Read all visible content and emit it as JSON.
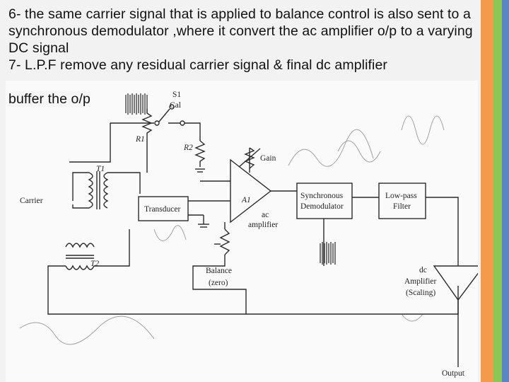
{
  "slide": {
    "paragraph_6": "6- the same carrier signal that is applied to balance control is also sent to a synchronous demodulator ,where it convert the ac amplifier o/p to a varying DC signal",
    "paragraph_7_line1": "7- L.P.F remove any residual carrier signal & final dc amplifier",
    "paragraph_7_line2": "buffer the o/p"
  },
  "figure": {
    "labels": {
      "s1": "S1",
      "cal": "Cal",
      "r1": "R1",
      "r2": "R2",
      "gain": "Gain",
      "t1": "T1",
      "t2": "T2",
      "carrier": "Carrier",
      "transducer": "Transducer",
      "a1": "A1",
      "ac_amp_1": "ac",
      "ac_amp_2": "amplifier",
      "sync_1": "Synchronous",
      "sync_2": "Demodulator",
      "lpf_1": "Low-pass",
      "lpf_2": "Filter",
      "dc_amp_1": "dc",
      "dc_amp_2": "Amplifier",
      "dc_amp_3": "(Scaling)",
      "balance_1": "Balance",
      "balance_2": "(zero)",
      "output": "Output"
    }
  },
  "colors": {
    "stripe_orange": "#f39a4b",
    "stripe_green": "#8cc654",
    "stripe_blue": "#5b86c4"
  }
}
